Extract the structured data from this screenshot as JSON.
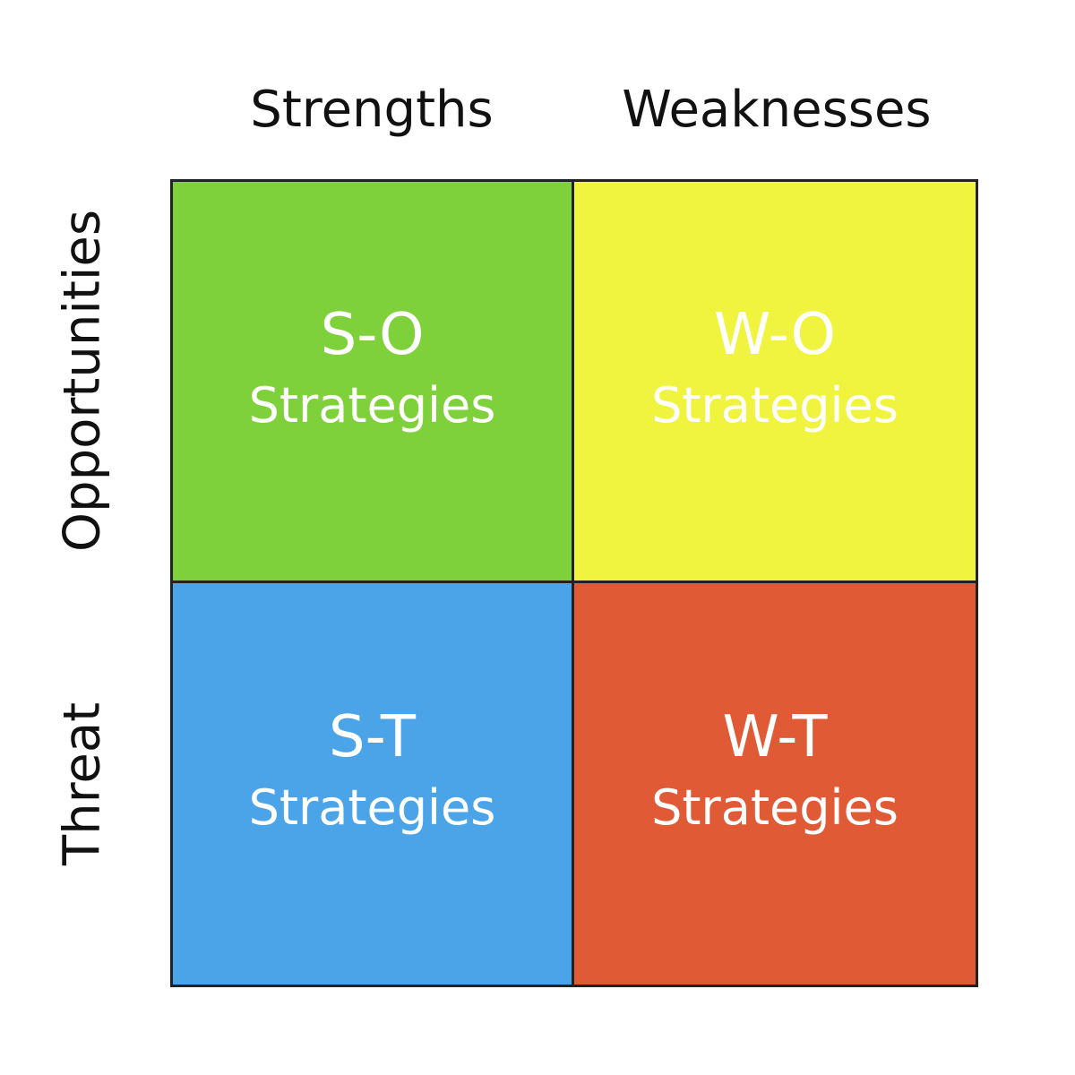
{
  "columns": {
    "left": "Strengths",
    "right": "Weaknesses"
  },
  "rows": {
    "top": "Opportunities",
    "bottom": "Threat"
  },
  "quadrants": [
    {
      "code": "S-O",
      "label": "Strategies",
      "color": "#7ed13b"
    },
    {
      "code": "W-O",
      "label": "Strategies",
      "color": "#f1f43f"
    },
    {
      "code": "S-T",
      "label": "Strategies",
      "color": "#4ba4e8"
    },
    {
      "code": "W-T",
      "label": "Strategies",
      "color": "#e05a36"
    }
  ]
}
